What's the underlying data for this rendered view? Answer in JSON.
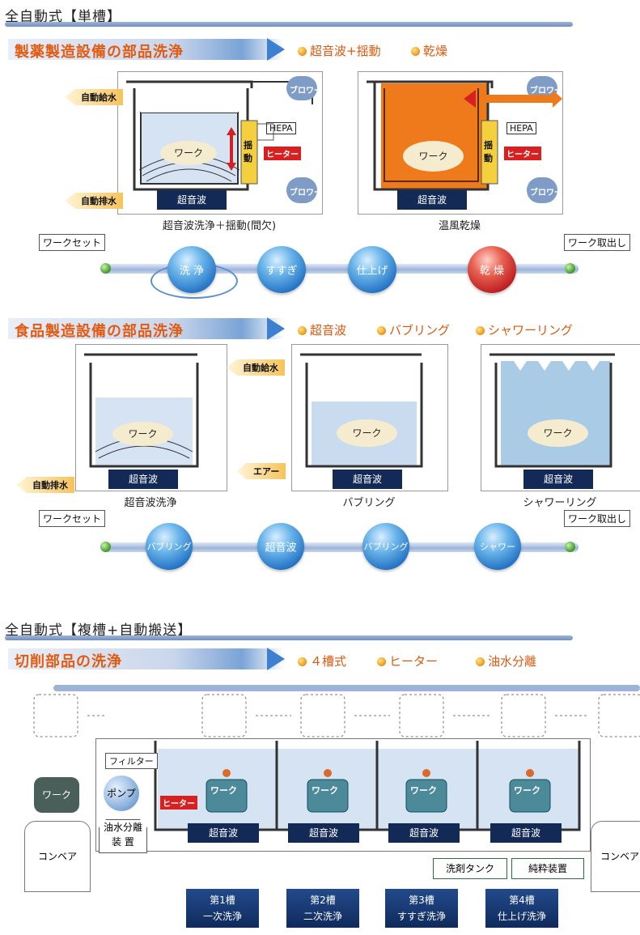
{
  "section1": {
    "title": "全自動式【単槽】",
    "pharma": {
      "banner": "製薬製造設備の部品洗浄",
      "features": [
        "超音波+揺動",
        "乾燥"
      ],
      "left_diagram": {
        "caption": "超音波洗浄＋揺動(間欠)",
        "supply": "自動給水",
        "drain": "自動排水",
        "blower_top": "ブロワー",
        "blower_bottom": "ブロワー",
        "hepa": "HEPA",
        "heater": "ヒーター",
        "swing": "揺動",
        "work": "ワーク",
        "ultrasonic": "超音波"
      },
      "right_diagram": {
        "caption": "温風乾燥",
        "blower_top": "ブロワー",
        "blower_bottom": "ブロワー",
        "hepa": "HEPA",
        "heater": "ヒーター",
        "swing": "揺動",
        "work": "ワーク",
        "ultrasonic": "超音波"
      },
      "flow": {
        "start": "ワークセット",
        "end": "ワーク取出し",
        "steps": [
          "洗 浄",
          "すすぎ",
          "仕上げ",
          "乾 燥"
        ]
      }
    },
    "food": {
      "banner": "食品製造設備の部品洗浄",
      "features": [
        "超音波",
        "バブリング",
        "シャワーリング"
      ],
      "diagrams": [
        {
          "caption": "超音波洗浄",
          "work": "ワーク",
          "ultrasonic": "超音波"
        },
        {
          "caption": "バブリング",
          "work": "ワーク",
          "ultrasonic": "超音波"
        },
        {
          "caption": "シャワーリング",
          "work": "ワーク",
          "ultrasonic": "超音波"
        }
      ],
      "supply": "自動給水",
      "drain": "自動排水",
      "air": "エアー",
      "flow": {
        "start": "ワークセット",
        "end": "ワーク取出し",
        "steps": [
          "バブリング",
          "超音波",
          "バブリング",
          "シャワー"
        ]
      }
    }
  },
  "section2": {
    "title": "全自動式【複槽+自動搬送】",
    "banner": "切削部品の洗浄",
    "features": [
      "４槽式",
      "ヒーター",
      "油水分離"
    ],
    "filter": "フィルター",
    "pump": "ポンプ",
    "oil_sep": "油水分離 装 置",
    "heater": "ヒーター",
    "conveyor_left": "コンベア",
    "conveyor_right": "コンベア",
    "work": "ワーク",
    "ultrasonic": "超音波",
    "detergent_tank": "洗剤タンク",
    "pure_water": "純粋装置",
    "tanks": [
      {
        "no": "第1槽",
        "name": "一次洗浄"
      },
      {
        "no": "第2槽",
        "name": "二次洗浄"
      },
      {
        "no": "第3槽",
        "name": "すすぎ洗浄"
      },
      {
        "no": "第4槽",
        "name": "仕上げ洗浄"
      }
    ]
  },
  "colors": {
    "accent": "#e35a10",
    "navy": "#142a56",
    "water": "#c7d9f0",
    "dry": "#ee7a1c"
  }
}
